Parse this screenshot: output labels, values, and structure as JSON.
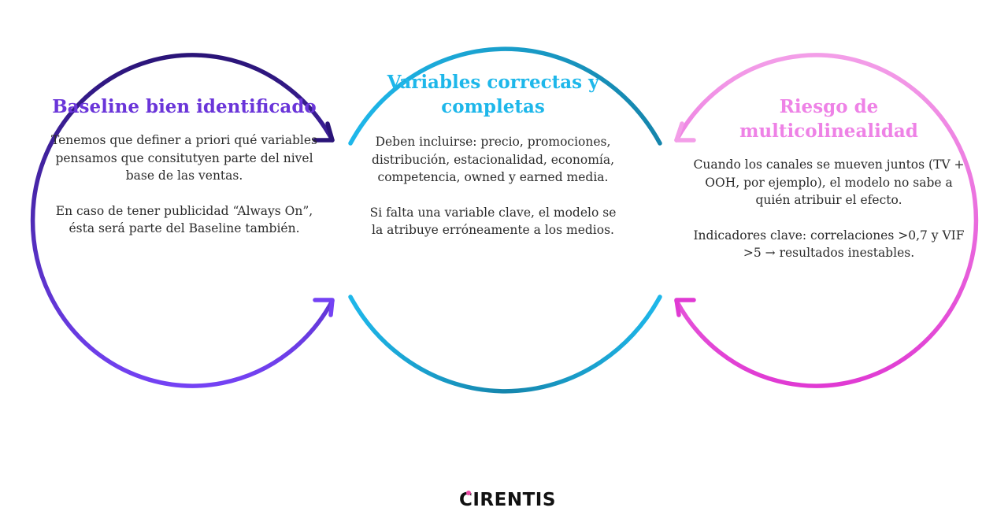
{
  "colors": {
    "purple_dark": "#2a1478",
    "purple_light": "#7442f4",
    "purple_title": "#6a35d9",
    "cyan": "#1eb7ea",
    "teal_dark": "#1585ac",
    "pink_light": "#f39ee8",
    "magenta": "#e03ad3",
    "pink_title": "#ee82e6",
    "text": "#2b2b2b",
    "logo_dot": "#ef4aa6"
  },
  "circles": [
    {
      "title": "Baseline bien identificado",
      "paragraphs": [
        "Tenemos que definer a priori qué variables pensamos que consitutyen parte del nivel base de las ventas.",
        "En caso de tener publicidad “Always On”, ésta será parte del Baseline también."
      ]
    },
    {
      "title": "Variables correctas y completas",
      "paragraphs": [
        "Deben incluirse: precio, promociones, distribución, estacionalidad, economía, competencia, owned y earned media.",
        "Si falta una variable clave, el modelo se la atribuye erróneamente a los medios."
      ]
    },
    {
      "title": "Riesgo de multicolinealidad",
      "paragraphs": [
        "Cuando los canales se mueven juntos (TV + OOH, por ejemplo), el modelo no sabe a quién atribuir el efecto.",
        "Indicadores clave: correlaciones >0,7 y VIF >5 → resultados inestables."
      ]
    }
  ],
  "logo": {
    "text": "CIRENTIS"
  }
}
